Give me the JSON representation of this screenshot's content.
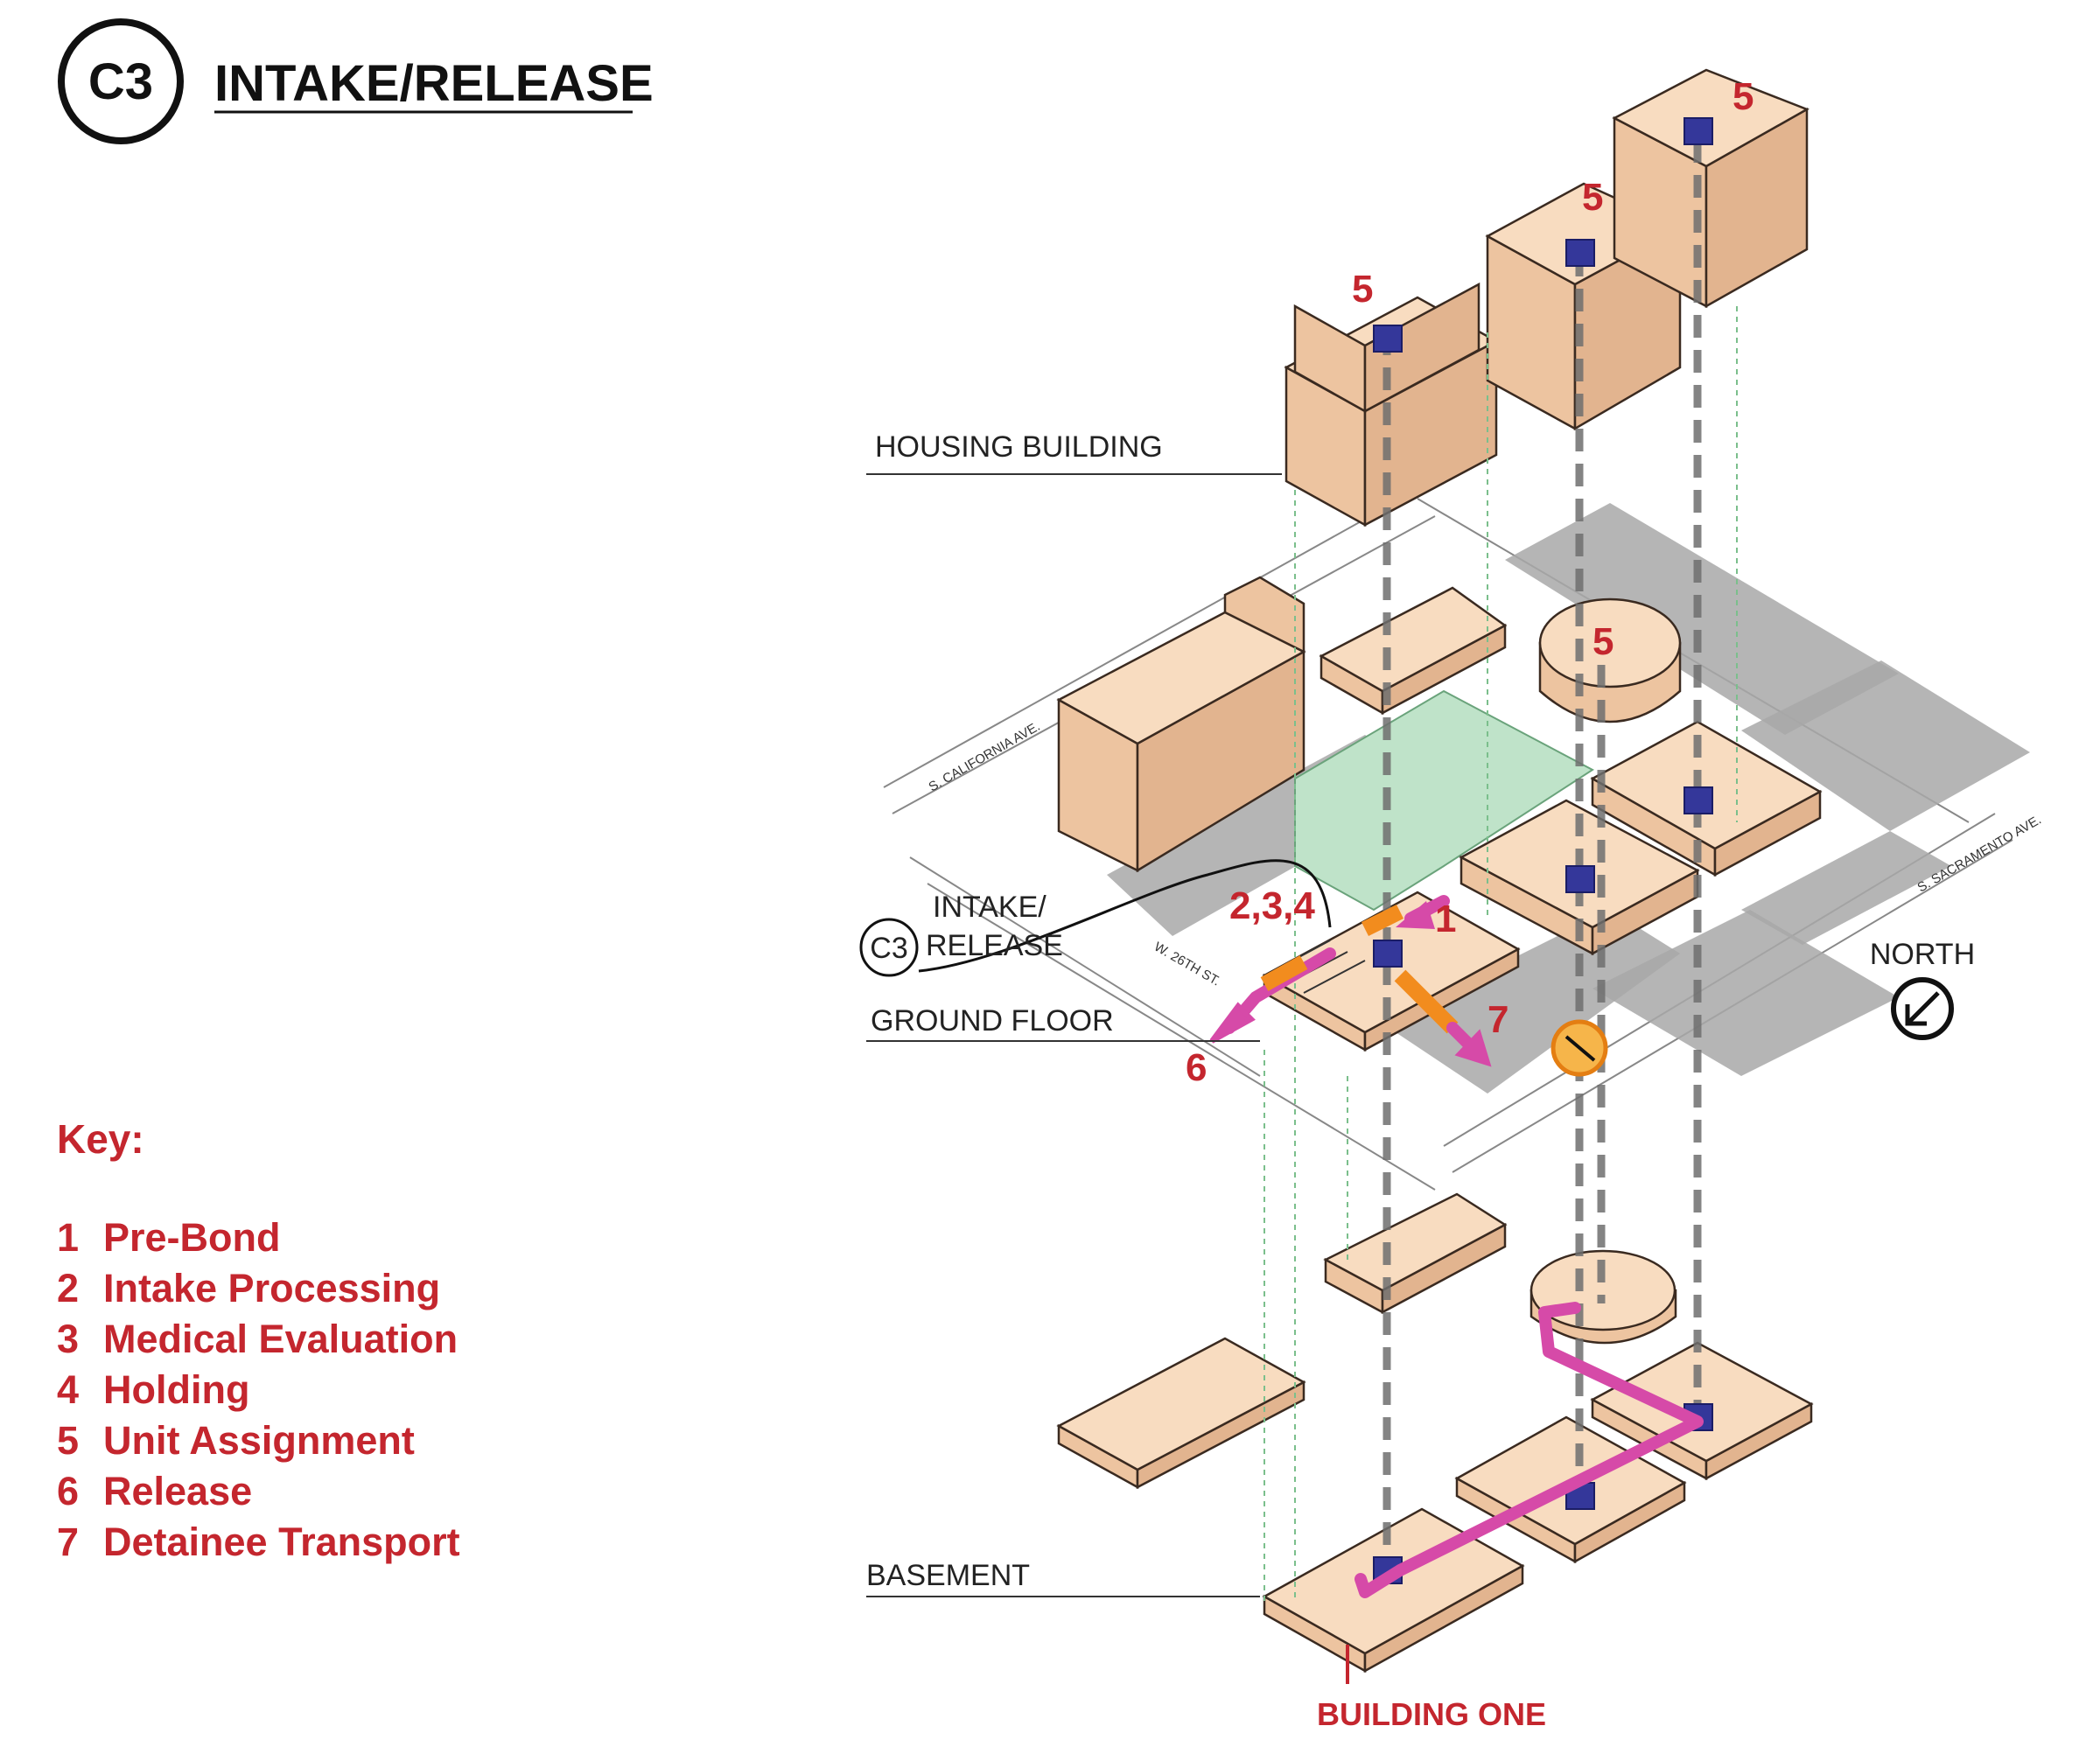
{
  "header": {
    "badge": "C3",
    "title": "INTAKE/RELEASE"
  },
  "levels": {
    "housing": "HOUSING BUILDING",
    "ground": "GROUND FLOOR",
    "basement": "BASEMENT"
  },
  "callout": {
    "badge": "C3",
    "line1": "INTAKE/",
    "line2": "RELEASE"
  },
  "streets": {
    "california": "S. CALIFORNIA AVE.",
    "sacramento": "S. SACRAMENTO AVE.",
    "w26th": "W. 26TH ST."
  },
  "north": "NORTH",
  "markers": {
    "m5a": "5",
    "m5b": "5",
    "m5c": "5",
    "m5d": "5",
    "m234": "2,3,4",
    "m1": "1",
    "m6": "6",
    "m7": "7"
  },
  "building_one": "BUILDING ONE",
  "key": {
    "title": "Key:",
    "items": [
      {
        "num": "1",
        "label": "Pre-Bond"
      },
      {
        "num": "2",
        "label": "Intake Processing"
      },
      {
        "num": "3",
        "label": "Medical Evaluation"
      },
      {
        "num": "4",
        "label": "Holding"
      },
      {
        "num": "5",
        "label": "Unit Assignment"
      },
      {
        "num": "6",
        "label": "Release"
      },
      {
        "num": "7",
        "label": "Detainee Transport"
      }
    ]
  },
  "colors": {
    "route_pink": "#d64aa8",
    "route_orange": "#f28c1e",
    "building_fill": "#f8dcc0",
    "core_blue": "#34379a",
    "label_red": "#c4262e"
  }
}
